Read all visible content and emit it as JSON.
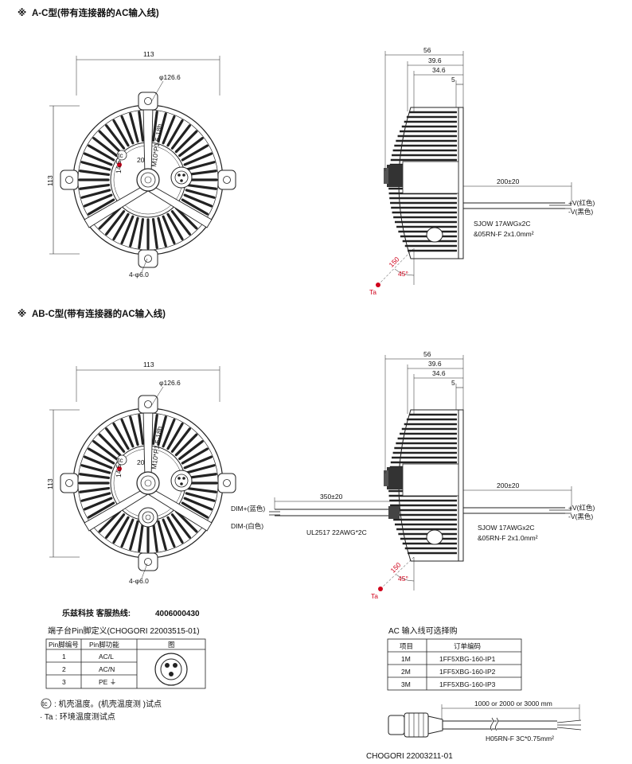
{
  "section_a": {
    "mark": "※",
    "title": "A-C型(带有连接器的AC输入线)"
  },
  "section_ab": {
    "mark": "※",
    "title": "AB-C型(带有连接器的AC输入线)"
  },
  "front": {
    "width": "113",
    "height": "113",
    "diameter": "φ126.6",
    "thread": "M10*P1.5-18h",
    "tc_symbol": "tc",
    "dim_20": "20",
    "dim_14_5": "14.5",
    "holes": "4-φ6.0"
  },
  "side": {
    "d56": "56",
    "d39_6": "39.6",
    "d34_6": "34.6",
    "d5": "5",
    "cable_len": "200±20",
    "vplus": "+V(红色)",
    "vminus": "-V(黑色)",
    "cable_spec_1": "SJOW 17AWGx2C",
    "cable_spec_2": "&05RN-F 2x1.0mm²",
    "d150": "150",
    "angle": "45°",
    "ta": "Ta"
  },
  "side_ab": {
    "dim_len": "350±20",
    "dim_plus": "DIM+(蓝色)",
    "dim_minus": "DIM-(白色)",
    "dim_cable": "UL2517 22AWG*2C"
  },
  "hotline": {
    "label": "乐兹科技 客服热线:",
    "number": "4006000430"
  },
  "pin_table": {
    "title": "端子台Pin脚定义(CHOGORI 22003515-01)",
    "headers": [
      "Pin脚编号",
      "Pin脚功能",
      "图"
    ],
    "rows": [
      {
        "no": "1",
        "func": "AC/L"
      },
      {
        "no": "2",
        "func": "AC/N"
      },
      {
        "no": "3",
        "func": "PE ⏚"
      }
    ]
  },
  "notes": {
    "tc_note": ": 机壳温度。(机壳温度测    )试点",
    "ta_note": "· Ta : 环境温度测试点"
  },
  "order_table": {
    "title": "AC 输入线可选择购",
    "headers": [
      "项目",
      "订单编码"
    ],
    "rows": [
      {
        "item": "1M",
        "code": "1FF5XBG-160-IP1"
      },
      {
        "item": "2M",
        "code": "1FF5XBG-160-IP2"
      },
      {
        "item": "3M",
        "code": "1FF5XBG-160-IP3"
      }
    ]
  },
  "cable": {
    "length": "1000 or 2000 or 3000 mm",
    "spec": "H05RN-F 3C*0.75mm²",
    "part": "CHOGORI 22003211-01"
  }
}
